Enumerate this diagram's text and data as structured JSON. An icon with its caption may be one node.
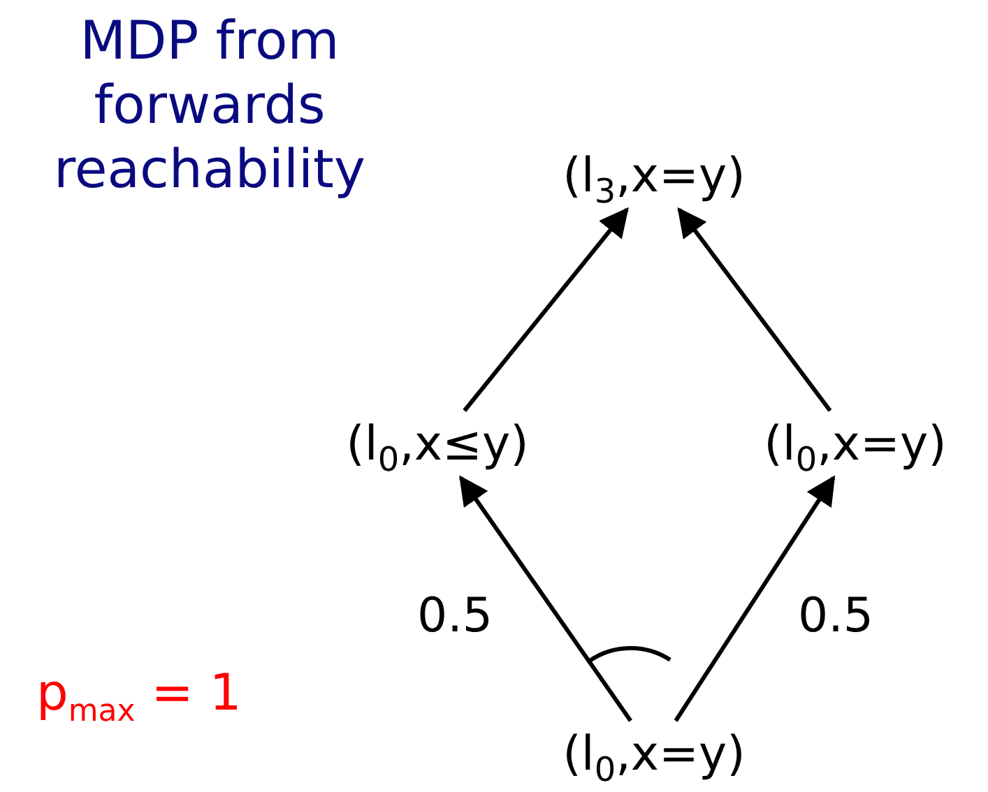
{
  "diagram": {
    "title": "MDP from forwards reachability",
    "nodes": [
      {
        "text": [
          "(l$_{3}$,x=y)"
        ]
      },
      {
        "text": [
          "(l$_{0}$,x≤y)"
        ]
      },
      {
        "text": [
          "(l$_{0}$,x=y)"
        ]
      },
      {
        "text": [
          "(l$_{0}$,x=y)"
        ]
      }
    ],
    "edges": [
      {
        "from": 3,
        "to": 1,
        "arrow": "to",
        "label": "0.5"
      },
      {
        "from": 3,
        "to": 2,
        "arrow": "to",
        "label": "0.5"
      },
      {
        "from": 1,
        "to": 0,
        "arrow": "to"
      },
      {
        "from": 2,
        "to": 0,
        "arrow": "to"
      }
    ],
    "labels": [
      "p$_{max}$ = 1"
    ]
  }
}
